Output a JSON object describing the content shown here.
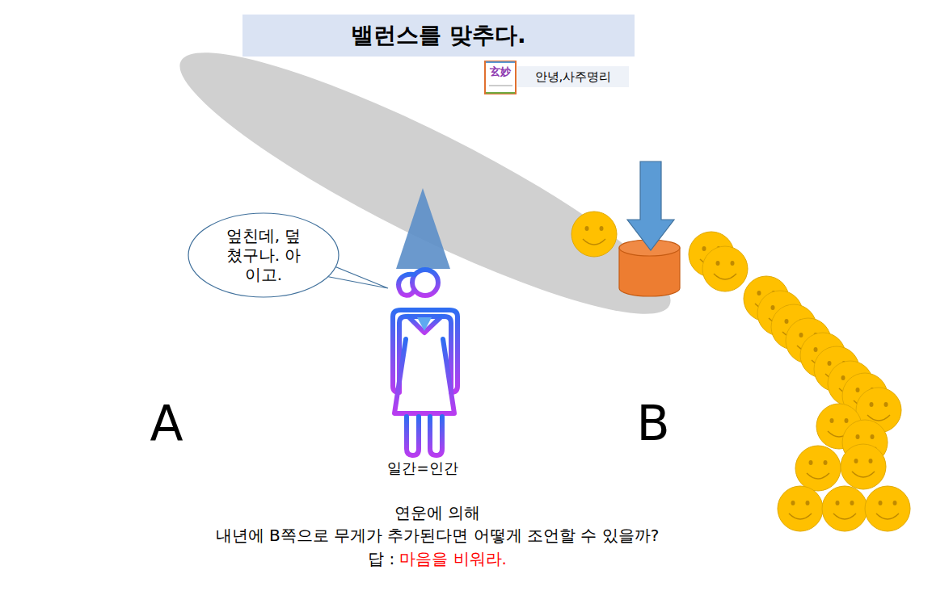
{
  "diagram": {
    "title": "밸런스를 맞추다.",
    "nodes": [
      {
        "text": [
          "안녕,사주명리"
        ]
      },
      {
        "text": [
          "엎친데, 덮쳤구나. 아이고."
        ]
      }
    ],
    "labels": [
      "玄妙",
      "일간=인간",
      "A",
      "B",
      "연운에 의해",
      "내년에 B쪽으로 무게가 추가된다면 어떻게 조언할 수 있을까?",
      "답 :",
      "마음을 비워라."
    ]
  }
}
